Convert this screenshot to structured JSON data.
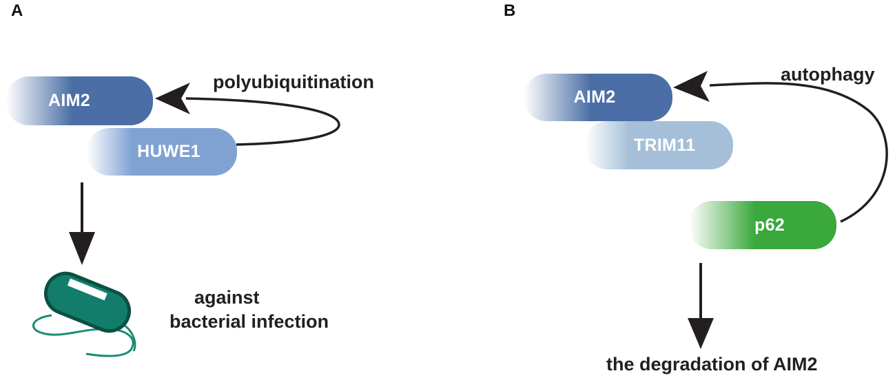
{
  "panels": [
    {
      "letter": "A"
    },
    {
      "letter": "B"
    }
  ],
  "panel_a": {
    "proteins": [
      {
        "label": "AIM2",
        "color": "#4a6ea5"
      },
      {
        "label": "HUWE1",
        "color": "#7fa2d3"
      }
    ],
    "modification_label": "polyubiquitination",
    "outcome_line1": "against",
    "outcome_line2": "bacterial infection",
    "bacterium_color": "#127d6a"
  },
  "panel_b": {
    "proteins": [
      {
        "label": "AIM2",
        "color": "#4a6ea5"
      },
      {
        "label": "TRIM11",
        "color": "#a5bfd8"
      },
      {
        "label": "p62",
        "color": "#3aa83c"
      }
    ],
    "process_label": "autophagy",
    "outcome": "the degradation of AIM2"
  },
  "arrow_color": "#231f20"
}
